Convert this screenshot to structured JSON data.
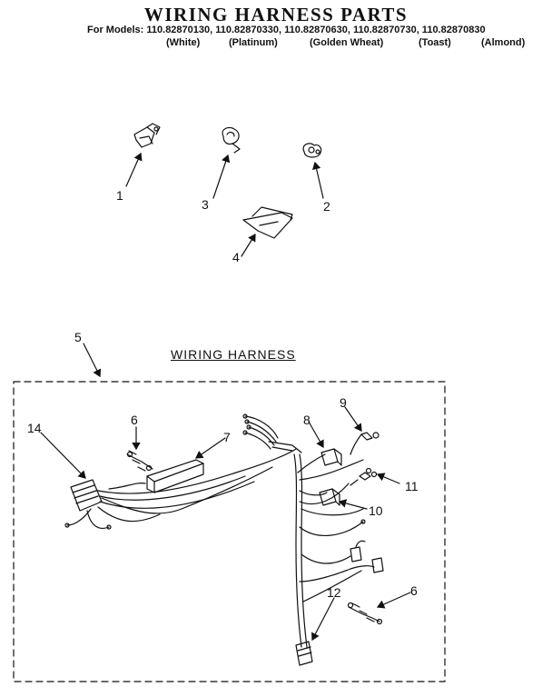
{
  "title": "WIRING HARNESS PARTS",
  "models_line": "For Models: 110.82870130, 110.82870330, 110.82870630, 110.82870730, 110.82870830",
  "colors": [
    "(White)",
    "(Platinum)",
    "(Golden Wheat)",
    "(Toast)",
    "(Almond)"
  ],
  "harness_label": "WIRING HARNESS",
  "callouts": [
    "1",
    "3",
    "2",
    "4",
    "5",
    "14",
    "6",
    "7",
    "8",
    "9",
    "11",
    "10",
    "12",
    "6"
  ]
}
